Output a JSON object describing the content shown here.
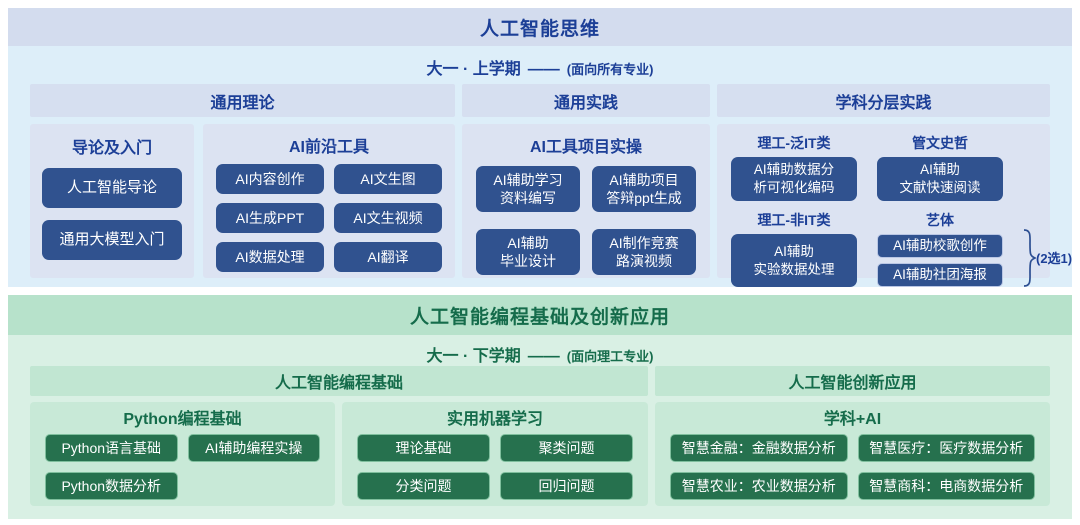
{
  "palette": {
    "blue_band_bg": "#d3dcee",
    "blue_body_bg": "#ddeef9",
    "blue_panel_bg": "#dce3f2",
    "blue_button_bg": "#30528f",
    "blue_text": "#1c3f97",
    "green_band_bg": "#b7e2cb",
    "green_body_bg": "#d9f0e4",
    "green_panel_bg": "#c8e9d7",
    "green_button_bg": "#26714e",
    "green_text": "#156c4b",
    "button_text": "#ffffff"
  },
  "top_section": {
    "title": "人工智能思维",
    "semester": "大一 · 上学期",
    "dash": "——",
    "audience": "(面向所有专业)",
    "columns": [
      {
        "header": "通用理论",
        "panels": [
          {
            "title": "导论及入门",
            "buttons": [
              "人工智能导论",
              "通用大模型入门"
            ]
          },
          {
            "title": "AI前沿工具",
            "buttons": [
              "AI内容创作",
              "AI文生图",
              "AI生成PPT",
              "AI文生视频",
              "AI数据处理",
              "AI翻译"
            ]
          }
        ]
      },
      {
        "header": "通用实践",
        "panel": {
          "title": "AI工具项目实操",
          "buttons": [
            "AI辅助学习\n资料编写",
            "AI辅助项目\n答辩ppt生成",
            "AI辅助\n毕业设计",
            "AI制作竞赛\n路演视频"
          ]
        }
      },
      {
        "header": "学科分层实践",
        "groups": [
          {
            "label": "理工-泛IT类",
            "button": "AI辅助数据分\n析可视化编码"
          },
          {
            "label": "管文史哲",
            "button": "AI辅助\n文献快速阅读"
          },
          {
            "label": "理工-非IT类",
            "button": "AI辅助\n实验数据处理"
          },
          {
            "label": "艺体",
            "buttons": [
              "AI辅助校歌创作",
              "AI辅助社团海报"
            ],
            "note": "(2选1)"
          }
        ]
      }
    ]
  },
  "bottom_section": {
    "title": "人工智能编程基础及创新应用",
    "semester": "大一 · 下学期",
    "dash": "——",
    "audience": "(面向理工专业)",
    "headers": [
      "人工智能编程基础",
      "人工智能创新应用"
    ],
    "panels": [
      {
        "title": "Python编程基础",
        "buttons": [
          "Python语言基础",
          "AI辅助编程实操",
          "Python数据分析"
        ]
      },
      {
        "title": "实用机器学习",
        "buttons": [
          "理论基础",
          "聚类问题",
          "分类问题",
          "回归问题"
        ]
      },
      {
        "title": "学科+AI",
        "buttons": [
          "智慧金融：金融数据分析",
          "智慧医疗：医疗数据分析",
          "智慧农业：农业数据分析",
          "智慧商科：电商数据分析"
        ]
      }
    ]
  }
}
